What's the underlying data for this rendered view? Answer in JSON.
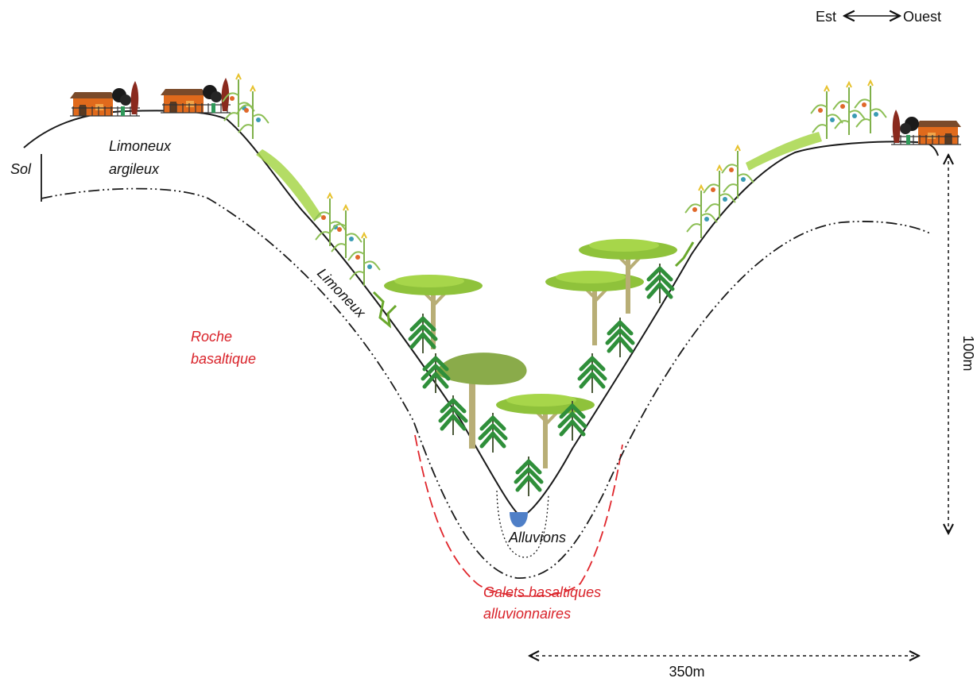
{
  "orientation": {
    "left": "Est",
    "right": "Ouest"
  },
  "layers": {
    "sol": "Sol",
    "limoneux_argileux_line1": "Limoneux",
    "limoneux_argileux_line2": "argileux",
    "limoneux": "Limoneux",
    "roche_line1": "Roche",
    "roche_line2": "basaltique",
    "alluvions": "Alluvions",
    "galets_line1": "Galets basaltiques",
    "galets_line2": "alluvionnaires"
  },
  "scale": {
    "vertical": "100m",
    "horizontal": "350m"
  },
  "colors": {
    "outline": "#1a1a1a",
    "red_label": "#d9232a",
    "red_dash": "#e0262c",
    "water": "#4f7fc7",
    "grass": "#9ccc3d",
    "tree_canopy": "#8fc23b",
    "tree_dark": "#2f8f3a",
    "trunk": "#b8ae76",
    "house_roof": "#7a4a2a",
    "house_wall": "#e06a1c"
  }
}
